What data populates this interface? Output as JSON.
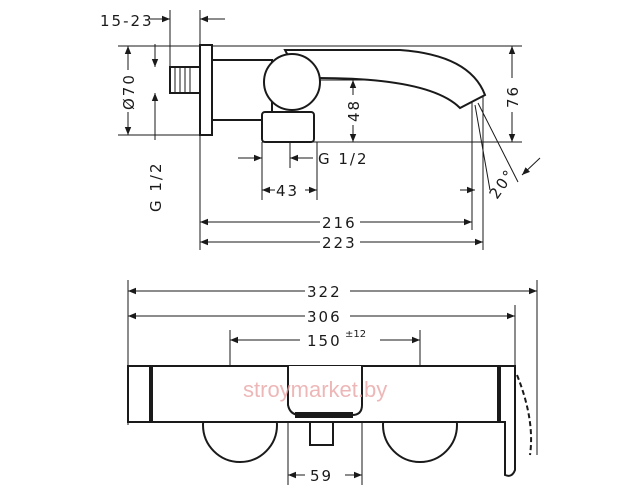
{
  "side_view": {
    "wall_depth": "15-23",
    "diameter": "Ø70",
    "inlet_thread": "G 1/2",
    "height_outlet": "48",
    "height_total": "76",
    "outlet_thread": "G 1/2",
    "outlet_width": "43",
    "projection_inner": "216",
    "projection_total": "223",
    "spout_angle": "20°"
  },
  "front_view": {
    "width_total": "322",
    "width_body": "306",
    "centers": "150",
    "centers_tolerance": "±12",
    "outlet_width": "59"
  },
  "watermark": "stroymarket.by"
}
